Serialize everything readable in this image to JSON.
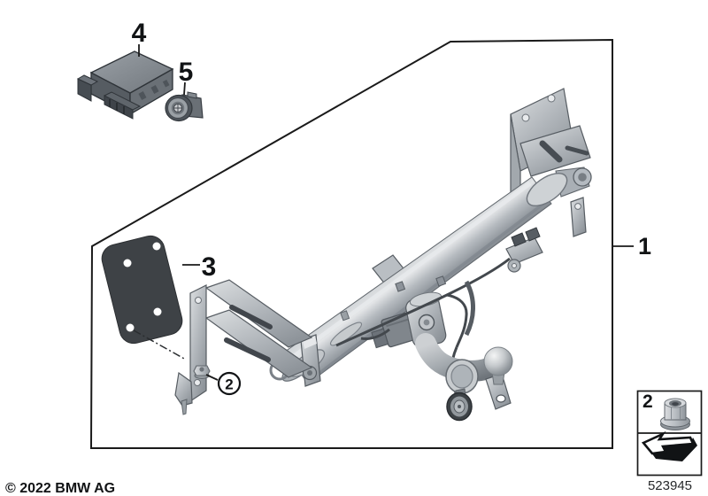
{
  "callouts": {
    "item1": "1",
    "item2": "2",
    "item3": "3",
    "item4": "4",
    "item5": "5"
  },
  "legend": {
    "ref_label": "2"
  },
  "footer": {
    "copyright": "© 2022 BMW AG",
    "drawing_number": "523945"
  },
  "colors": {
    "line": "#1a1a1a",
    "metal_light": "#dfe2e4",
    "metal_mid": "#b7bcc1",
    "metal_dark": "#82888e",
    "gasket": "#3e4246",
    "background": "#ffffff"
  }
}
